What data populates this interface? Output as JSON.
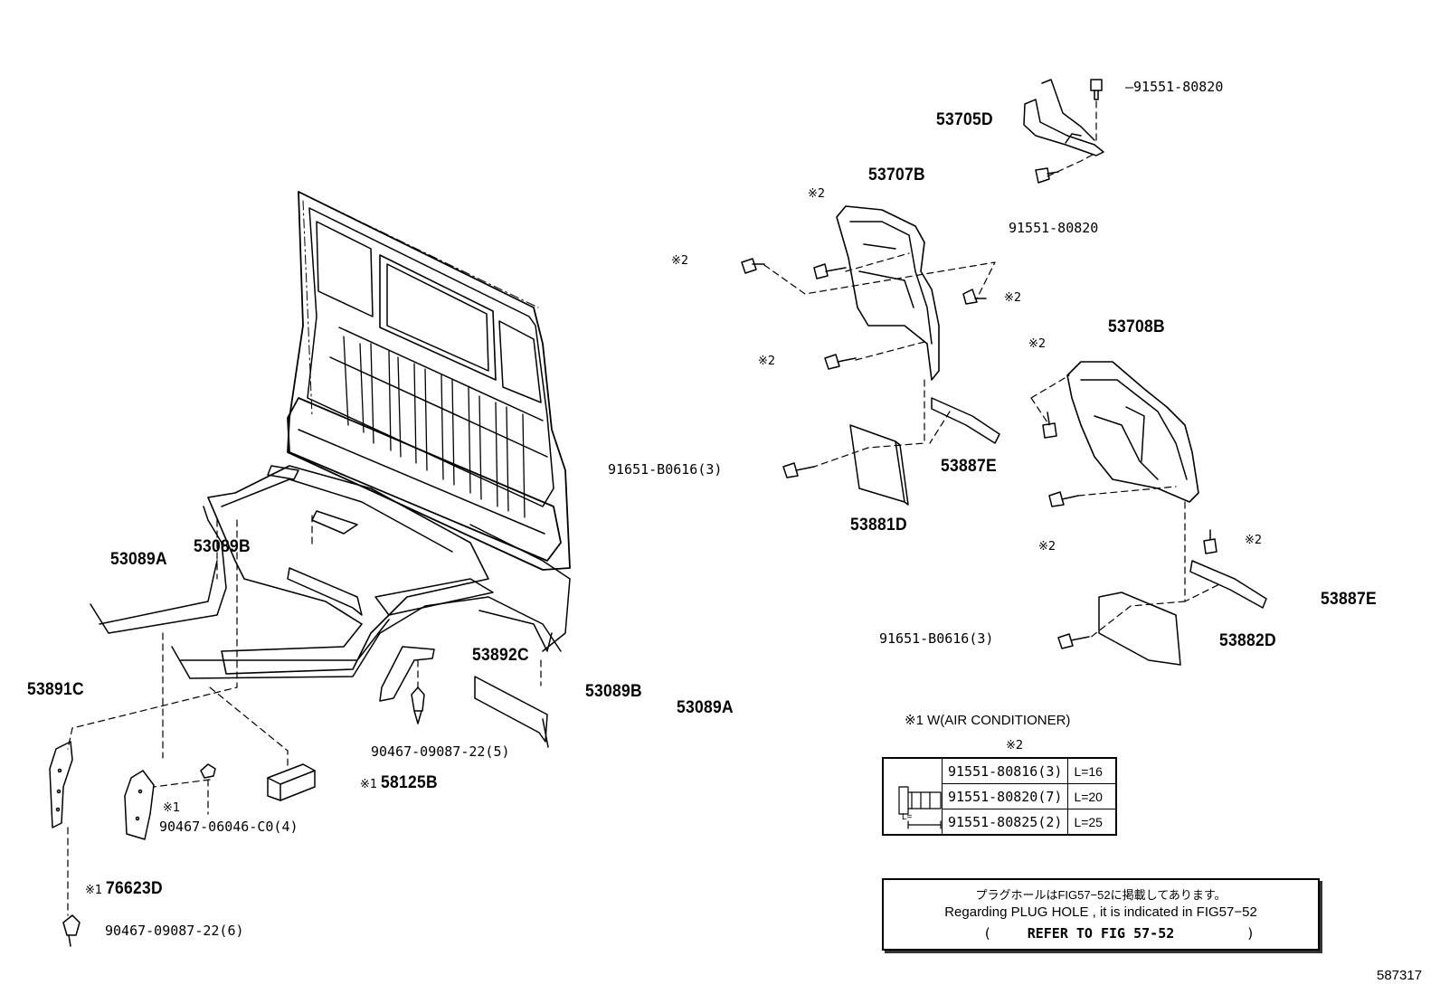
{
  "parts": {
    "p_53705D": "53705D",
    "p_91551_80820_top": "91551-80820",
    "p_91551_80820_mid": "91551-80820",
    "p_53707B": "53707B",
    "p_53708B": "53708B",
    "p_53887E_a": "53887E",
    "p_53887E_b": "53887E",
    "p_53881D": "53881D",
    "p_53882D": "53882D",
    "p_91651_a": "91651-B0616(3)",
    "p_91651_b": "91651-B0616(3)",
    "p_53089A_left": "53089A",
    "p_53089B_left": "53089B",
    "p_53089B_right": "53089B",
    "p_53089A_right": "53089A",
    "p_53892C": "53892C",
    "p_53891C": "53891C",
    "p_90467_22_5": "90467-09087-22(5)",
    "p_90467_06046": "90467-06046-C0(4)",
    "p_58125B": "58125B",
    "p_76623D": "76623D",
    "p_90467_22_6": "90467-09087-22(6)"
  },
  "marks": {
    "note1": "※1",
    "note2": "※2"
  },
  "legend": {
    "note1_text": "※1  W(AIR CONDITIONER)",
    "note2_header": "※2"
  },
  "spec_table": {
    "rows": [
      {
        "part": "91551-80816(3)",
        "length": "L=16"
      },
      {
        "part": "91551-80820(7)",
        "length": "L=20"
      },
      {
        "part": "91551-80825(2)",
        "length": "L=25"
      }
    ],
    "dim_label": "L="
  },
  "reference": {
    "line1": "プラグホールはFIG57−52に掲載してあります。",
    "line2": "Regarding  PLUG  HOLE , it is  indicated  in  FIG57−52",
    "line3_open": "(",
    "line3_text": "REFER  TO FIG  57-52",
    "line3_close": ")"
  },
  "figure_id": "587317"
}
